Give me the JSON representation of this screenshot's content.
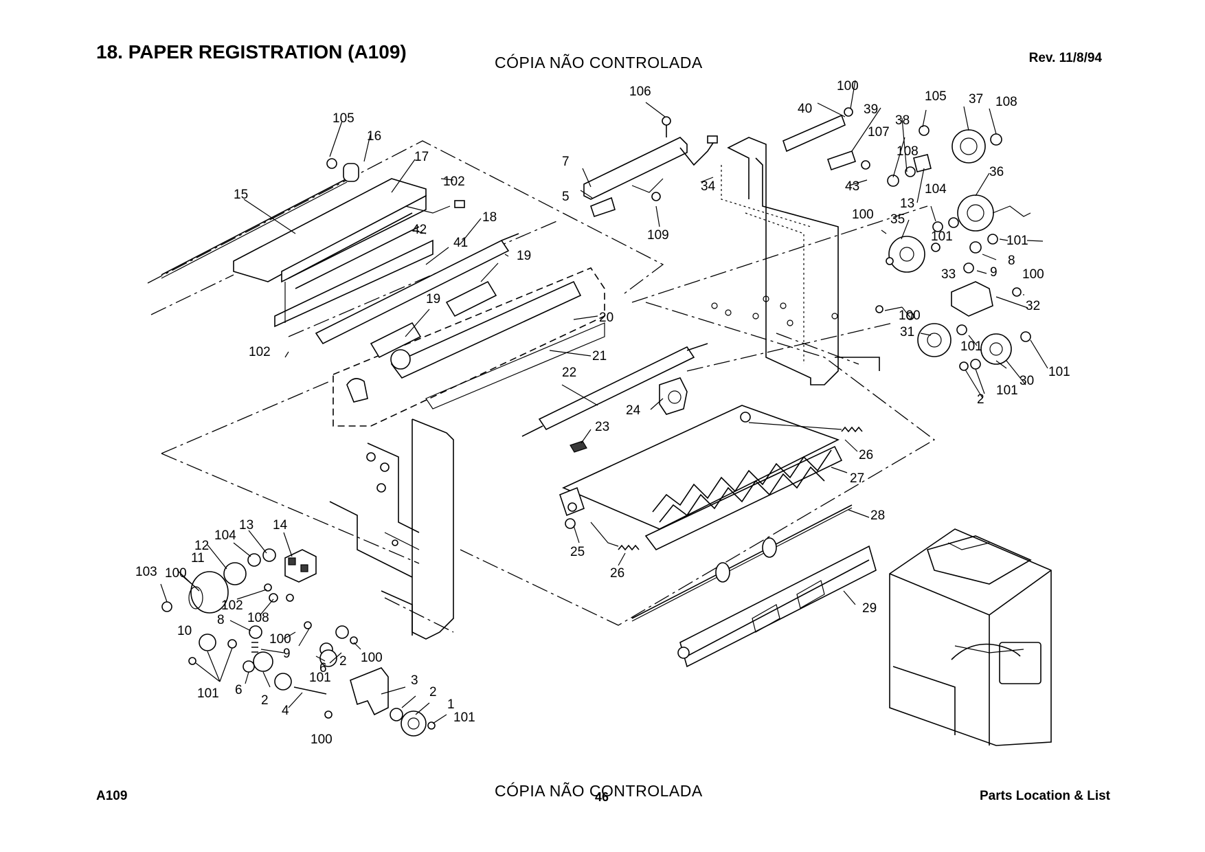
{
  "header": {
    "title": "18. PAPER REGISTRATION (A109)",
    "stamp": "CÓPIA NÃO CONTROLADA",
    "revision": "Rev. 11/8/94"
  },
  "footer": {
    "model": "A109",
    "stamp": "CÓPIA NÃO CONTROLADA",
    "page": "46",
    "section": "Parts Location & List"
  },
  "callouts": [
    "1",
    "2",
    "2",
    "2",
    "2",
    "3",
    "4",
    "5",
    "6",
    "6",
    "7",
    "8",
    "8",
    "9",
    "9",
    "10",
    "11",
    "12",
    "13",
    "13",
    "14",
    "15",
    "16",
    "17",
    "18",
    "19",
    "19",
    "20",
    "21",
    "22",
    "23",
    "24",
    "25",
    "26",
    "26",
    "27",
    "28",
    "29",
    "30",
    "31",
    "32",
    "33",
    "34",
    "35",
    "36",
    "37",
    "38",
    "39",
    "40",
    "41",
    "42",
    "43",
    "100",
    "100",
    "100",
    "100",
    "100",
    "100",
    "100",
    "100",
    "101",
    "101",
    "101",
    "101",
    "101",
    "101",
    "101",
    "101",
    "102",
    "102",
    "102",
    "103",
    "104",
    "104",
    "105",
    "105",
    "106",
    "107",
    "108",
    "108",
    "108",
    "109"
  ]
}
